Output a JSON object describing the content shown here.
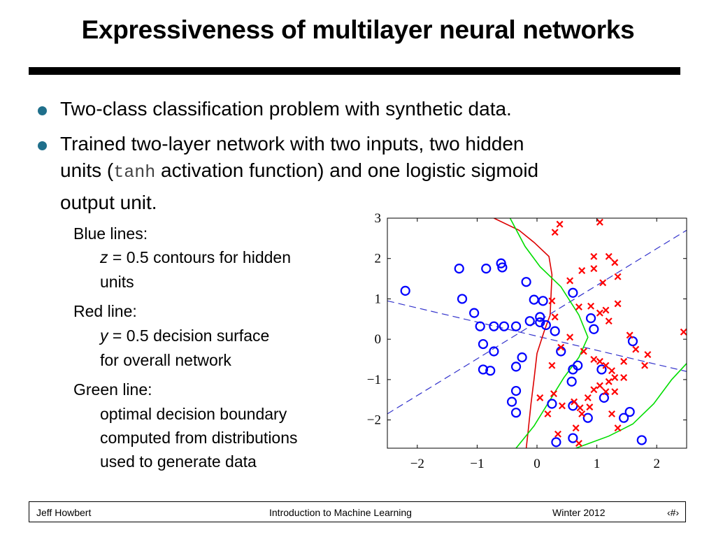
{
  "slide": {
    "title": "Expressiveness of multilayer neural networks",
    "bullet1": "Two-class classification problem with synthetic data.",
    "bullet2_line1": "Trained two-layer network with two inputs, two hidden",
    "bullet2_line2_pre": "units (",
    "bullet2_code": "tanh",
    "bullet2_line2_post": " activation function) and one logistic sigmoid",
    "bullet2_line3": "output unit.",
    "blue_heading": "Blue lines:",
    "blue_var": "z",
    "blue_desc1": " = 0.5 contours for hidden",
    "blue_desc2": "units",
    "red_heading": "Red line:",
    "red_var": "y",
    "red_desc1": " = 0.5 decision surface",
    "red_desc2": "for overall network",
    "green_heading": "Green line:",
    "green_desc1": "optimal decision boundary",
    "green_desc2": "computed from distributions",
    "green_desc3": "used to generate data"
  },
  "footer": {
    "author": "Jeff Howbert",
    "course": "Introduction to Machine Learning",
    "term": "Winter 2012",
    "page": "‹#›"
  },
  "colors": {
    "bullet": "#1f6f8b",
    "class_o": "#0000ff",
    "class_x": "#ff0000",
    "hidden_contours": "#3333cc",
    "network_boundary": "#dd0000",
    "optimal_boundary": "#00dd00"
  },
  "chart_data": {
    "type": "scatter",
    "xlim": [
      -2.5,
      2.5
    ],
    "ylim": [
      -2.7,
      3
    ],
    "x_ticks": [
      -2,
      -1,
      0,
      1,
      2
    ],
    "y_ticks": [
      -2,
      -1,
      0,
      1,
      2,
      3
    ],
    "x_tick_labels": [
      "−2",
      "−1",
      "0",
      "1",
      "2"
    ],
    "y_tick_labels": [
      "−2",
      "−1",
      "0",
      "1",
      "2",
      "3"
    ],
    "grid": false,
    "series": [
      {
        "marker": "circle",
        "color": "#0000ff",
        "points": [
          [
            -2.2,
            1.2
          ],
          [
            -1.3,
            1.75
          ],
          [
            -0.85,
            1.75
          ],
          [
            -0.6,
            1.88
          ],
          [
            -0.58,
            1.78
          ],
          [
            -1.25,
            1.0
          ],
          [
            -1.05,
            0.65
          ],
          [
            -0.95,
            0.32
          ],
          [
            -0.72,
            0.32
          ],
          [
            -0.55,
            0.32
          ],
          [
            -0.35,
            0.32
          ],
          [
            -0.18,
            1.42
          ],
          [
            -0.05,
            0.98
          ],
          [
            0.1,
            0.95
          ],
          [
            0.05,
            0.55
          ],
          [
            -0.12,
            0.45
          ],
          [
            0.05,
            0.42
          ],
          [
            0.15,
            0.35
          ],
          [
            0.3,
            0.2
          ],
          [
            0.6,
            1.15
          ],
          [
            0.9,
            0.52
          ],
          [
            0.95,
            0.25
          ],
          [
            -0.9,
            -0.12
          ],
          [
            -0.72,
            -0.3
          ],
          [
            -0.9,
            -0.75
          ],
          [
            -0.78,
            -0.78
          ],
          [
            -0.25,
            -0.45
          ],
          [
            -0.35,
            -0.68
          ],
          [
            0.4,
            -0.3
          ],
          [
            0.6,
            -0.75
          ],
          [
            0.68,
            -0.65
          ],
          [
            1.08,
            -0.75
          ],
          [
            1.6,
            -0.05
          ],
          [
            -0.35,
            -1.28
          ],
          [
            -0.42,
            -1.55
          ],
          [
            -0.35,
            -1.82
          ],
          [
            0.25,
            -1.6
          ],
          [
            0.6,
            -1.65
          ],
          [
            0.85,
            -1.95
          ],
          [
            1.45,
            -1.95
          ],
          [
            1.55,
            -1.8
          ],
          [
            0.6,
            -2.45
          ],
          [
            0.32,
            -2.55
          ],
          [
            1.75,
            -2.5
          ],
          [
            1.12,
            -1.45
          ],
          [
            0.58,
            -1.05
          ]
        ]
      },
      {
        "marker": "x",
        "color": "#ff0000",
        "points": [
          [
            0.38,
            2.85
          ],
          [
            0.3,
            2.65
          ],
          [
            1.05,
            2.9
          ],
          [
            0.95,
            2.05
          ],
          [
            1.2,
            2.05
          ],
          [
            1.3,
            1.9
          ],
          [
            0.75,
            1.7
          ],
          [
            0.55,
            1.45
          ],
          [
            0.95,
            1.75
          ],
          [
            1.1,
            1.4
          ],
          [
            1.35,
            1.55
          ],
          [
            0.25,
            0.95
          ],
          [
            0.7,
            0.8
          ],
          [
            0.9,
            0.82
          ],
          [
            1.05,
            0.65
          ],
          [
            1.15,
            0.72
          ],
          [
            1.35,
            0.88
          ],
          [
            1.2,
            0.45
          ],
          [
            1.55,
            0.1
          ],
          [
            0.3,
            0.55
          ],
          [
            0.55,
            0.05
          ],
          [
            0.4,
            -0.2
          ],
          [
            0.25,
            -0.65
          ],
          [
            0.78,
            -0.3
          ],
          [
            0.95,
            -0.5
          ],
          [
            1.05,
            -0.55
          ],
          [
            1.15,
            -0.65
          ],
          [
            1.25,
            -0.78
          ],
          [
            1.3,
            -0.95
          ],
          [
            1.45,
            -0.95
          ],
          [
            1.2,
            -1.05
          ],
          [
            1.05,
            -1.15
          ],
          [
            1.15,
            -1.3
          ],
          [
            0.95,
            -1.25
          ],
          [
            0.85,
            -1.45
          ],
          [
            1.3,
            -1.3
          ],
          [
            1.45,
            -0.55
          ],
          [
            1.65,
            -0.25
          ],
          [
            1.85,
            -0.38
          ],
          [
            1.8,
            -0.65
          ],
          [
            2.45,
            0.18
          ],
          [
            0.05,
            -1.45
          ],
          [
            0.28,
            -1.35
          ],
          [
            0.42,
            -1.65
          ],
          [
            0.62,
            -1.55
          ],
          [
            0.72,
            -1.7
          ],
          [
            0.88,
            -1.68
          ],
          [
            0.75,
            -1.85
          ],
          [
            1.25,
            -1.85
          ],
          [
            1.35,
            -2.2
          ],
          [
            0.65,
            -2.2
          ],
          [
            0.35,
            -2.35
          ],
          [
            0.7,
            -2.58
          ],
          [
            0.18,
            -1.85
          ]
        ]
      }
    ],
    "curves": [
      {
        "role": "hidden_contour",
        "color": "#3333cc",
        "dashed": true,
        "points": [
          [
            -2.5,
            -1.85
          ],
          [
            2.5,
            2.7
          ]
        ]
      },
      {
        "role": "hidden_contour",
        "color": "#3333cc",
        "dashed": true,
        "points": [
          [
            -2.5,
            0.95
          ],
          [
            2.5,
            -0.8
          ]
        ]
      },
      {
        "role": "network_boundary",
        "color": "#dd0000",
        "dashed": false,
        "points": [
          [
            -0.72,
            3.0
          ],
          [
            -0.3,
            2.7
          ],
          [
            -0.05,
            2.4
          ],
          [
            0.2,
            2.05
          ],
          [
            0.25,
            1.6
          ],
          [
            0.22,
            0.6
          ],
          [
            0.12,
            0.2
          ],
          [
            0.0,
            -0.35
          ],
          [
            -0.05,
            -1.0
          ],
          [
            -0.1,
            -1.6
          ],
          [
            -0.15,
            -2.3
          ],
          [
            -0.18,
            -2.7
          ]
        ]
      },
      {
        "role": "optimal_boundary",
        "color": "#00dd00",
        "dashed": false,
        "points": [
          [
            -0.45,
            3.0
          ],
          [
            -0.2,
            2.3
          ],
          [
            0.05,
            1.8
          ],
          [
            0.4,
            1.3
          ],
          [
            0.7,
            0.6
          ],
          [
            0.85,
            0.05
          ],
          [
            0.7,
            -0.45
          ],
          [
            0.45,
            -0.95
          ],
          [
            0.2,
            -1.55
          ],
          [
            -0.05,
            -2.15
          ],
          [
            -0.35,
            -2.7
          ]
        ]
      },
      {
        "role": "optimal_boundary",
        "color": "#00dd00",
        "dashed": false,
        "points": [
          [
            0.65,
            -2.7
          ],
          [
            1.2,
            -2.4
          ],
          [
            1.6,
            -2.1
          ],
          [
            1.95,
            -1.6
          ],
          [
            2.25,
            -1.0
          ],
          [
            2.5,
            -0.6
          ]
        ]
      }
    ]
  }
}
